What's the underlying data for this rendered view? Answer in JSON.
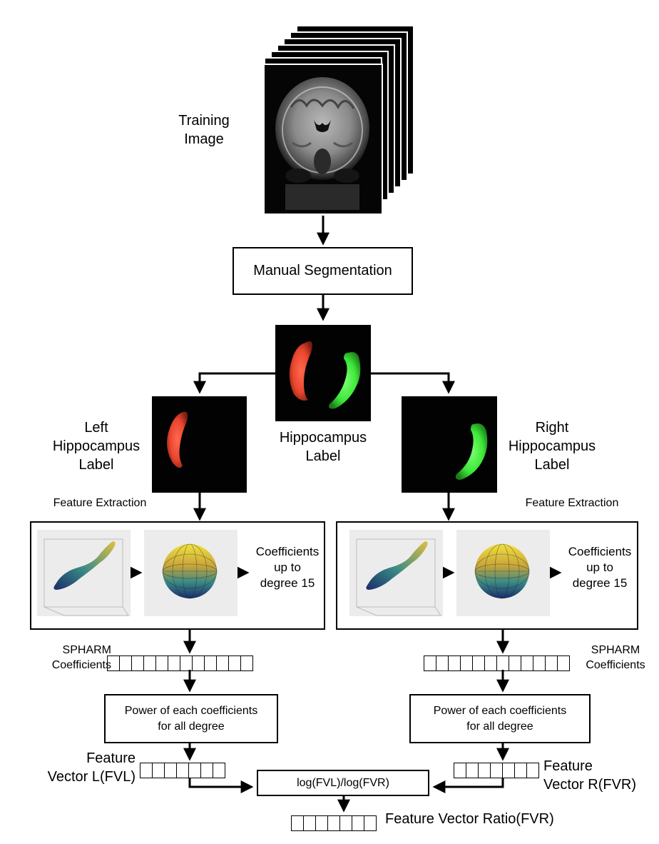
{
  "colors": {
    "left_label": "#e8452e",
    "right_label": "#3ee83a",
    "mri_background": "#050505",
    "stroke": "#000000"
  },
  "training": {
    "label": "Training\nImage",
    "image_icon": "mri-coronal-slice-stack-image"
  },
  "manual_segmentation": {
    "label": "Manual Segmentation"
  },
  "hippocampus": {
    "label": "Hippocampus\nLabel",
    "image_icon": "hippocampus-label-image"
  },
  "left": {
    "label": "Left\nHippocampus\nLabel",
    "feature_extraction": "Feature Extraction",
    "coeff_text": "Coefficients\nup to\ndegree 15",
    "spharm_label": "SPHARM\nCoefficients",
    "power_box": "Power of each coefficients\nfor all degree",
    "feature_vector": "Feature\nVector L(FVL)"
  },
  "right": {
    "label": "Right\nHippocampus\nLabel",
    "feature_extraction": "Feature Extraction",
    "coeff_text": "Coefficients\nup to\ndegree 15",
    "spharm_label": "SPHARM\nCoefficients",
    "power_box": "Power of each coefficients\nfor all degree",
    "feature_vector": "Feature\nVector R(FVR)"
  },
  "log_ratio_box": "log(FVL)/log(FVR)",
  "ratio_vector": "Feature Vector Ratio(FVR)",
  "icons": {
    "surface_plot": "3d-surface-plot-icon",
    "sphere_plot": "spherical-mesh-icon",
    "arrow": "right-arrow-icon"
  }
}
